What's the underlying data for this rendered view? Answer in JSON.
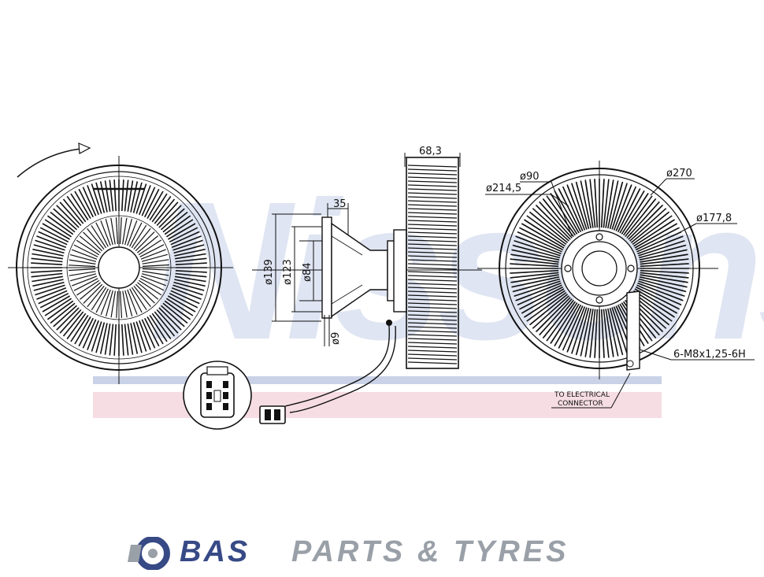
{
  "watermark": {
    "text": "Nissens"
  },
  "dimensions": {
    "width_683": "68,3",
    "dia_2145": "ø214,5",
    "dia_90": "ø90",
    "dia_270": "ø270",
    "dia_1778": "ø177,8",
    "thread": "6-M8x1,25-6H",
    "dim_35": "35",
    "dia_139": "ø139",
    "dia_123": "ø123",
    "dia_84": "ø84",
    "dia_9": "ø9"
  },
  "callouts": {
    "connector_line1": "TO ELECTRICAL",
    "connector_line2": "CONNECTOR"
  },
  "footer": {
    "brand": "BAS",
    "rest": "PARTS & TYRES"
  }
}
